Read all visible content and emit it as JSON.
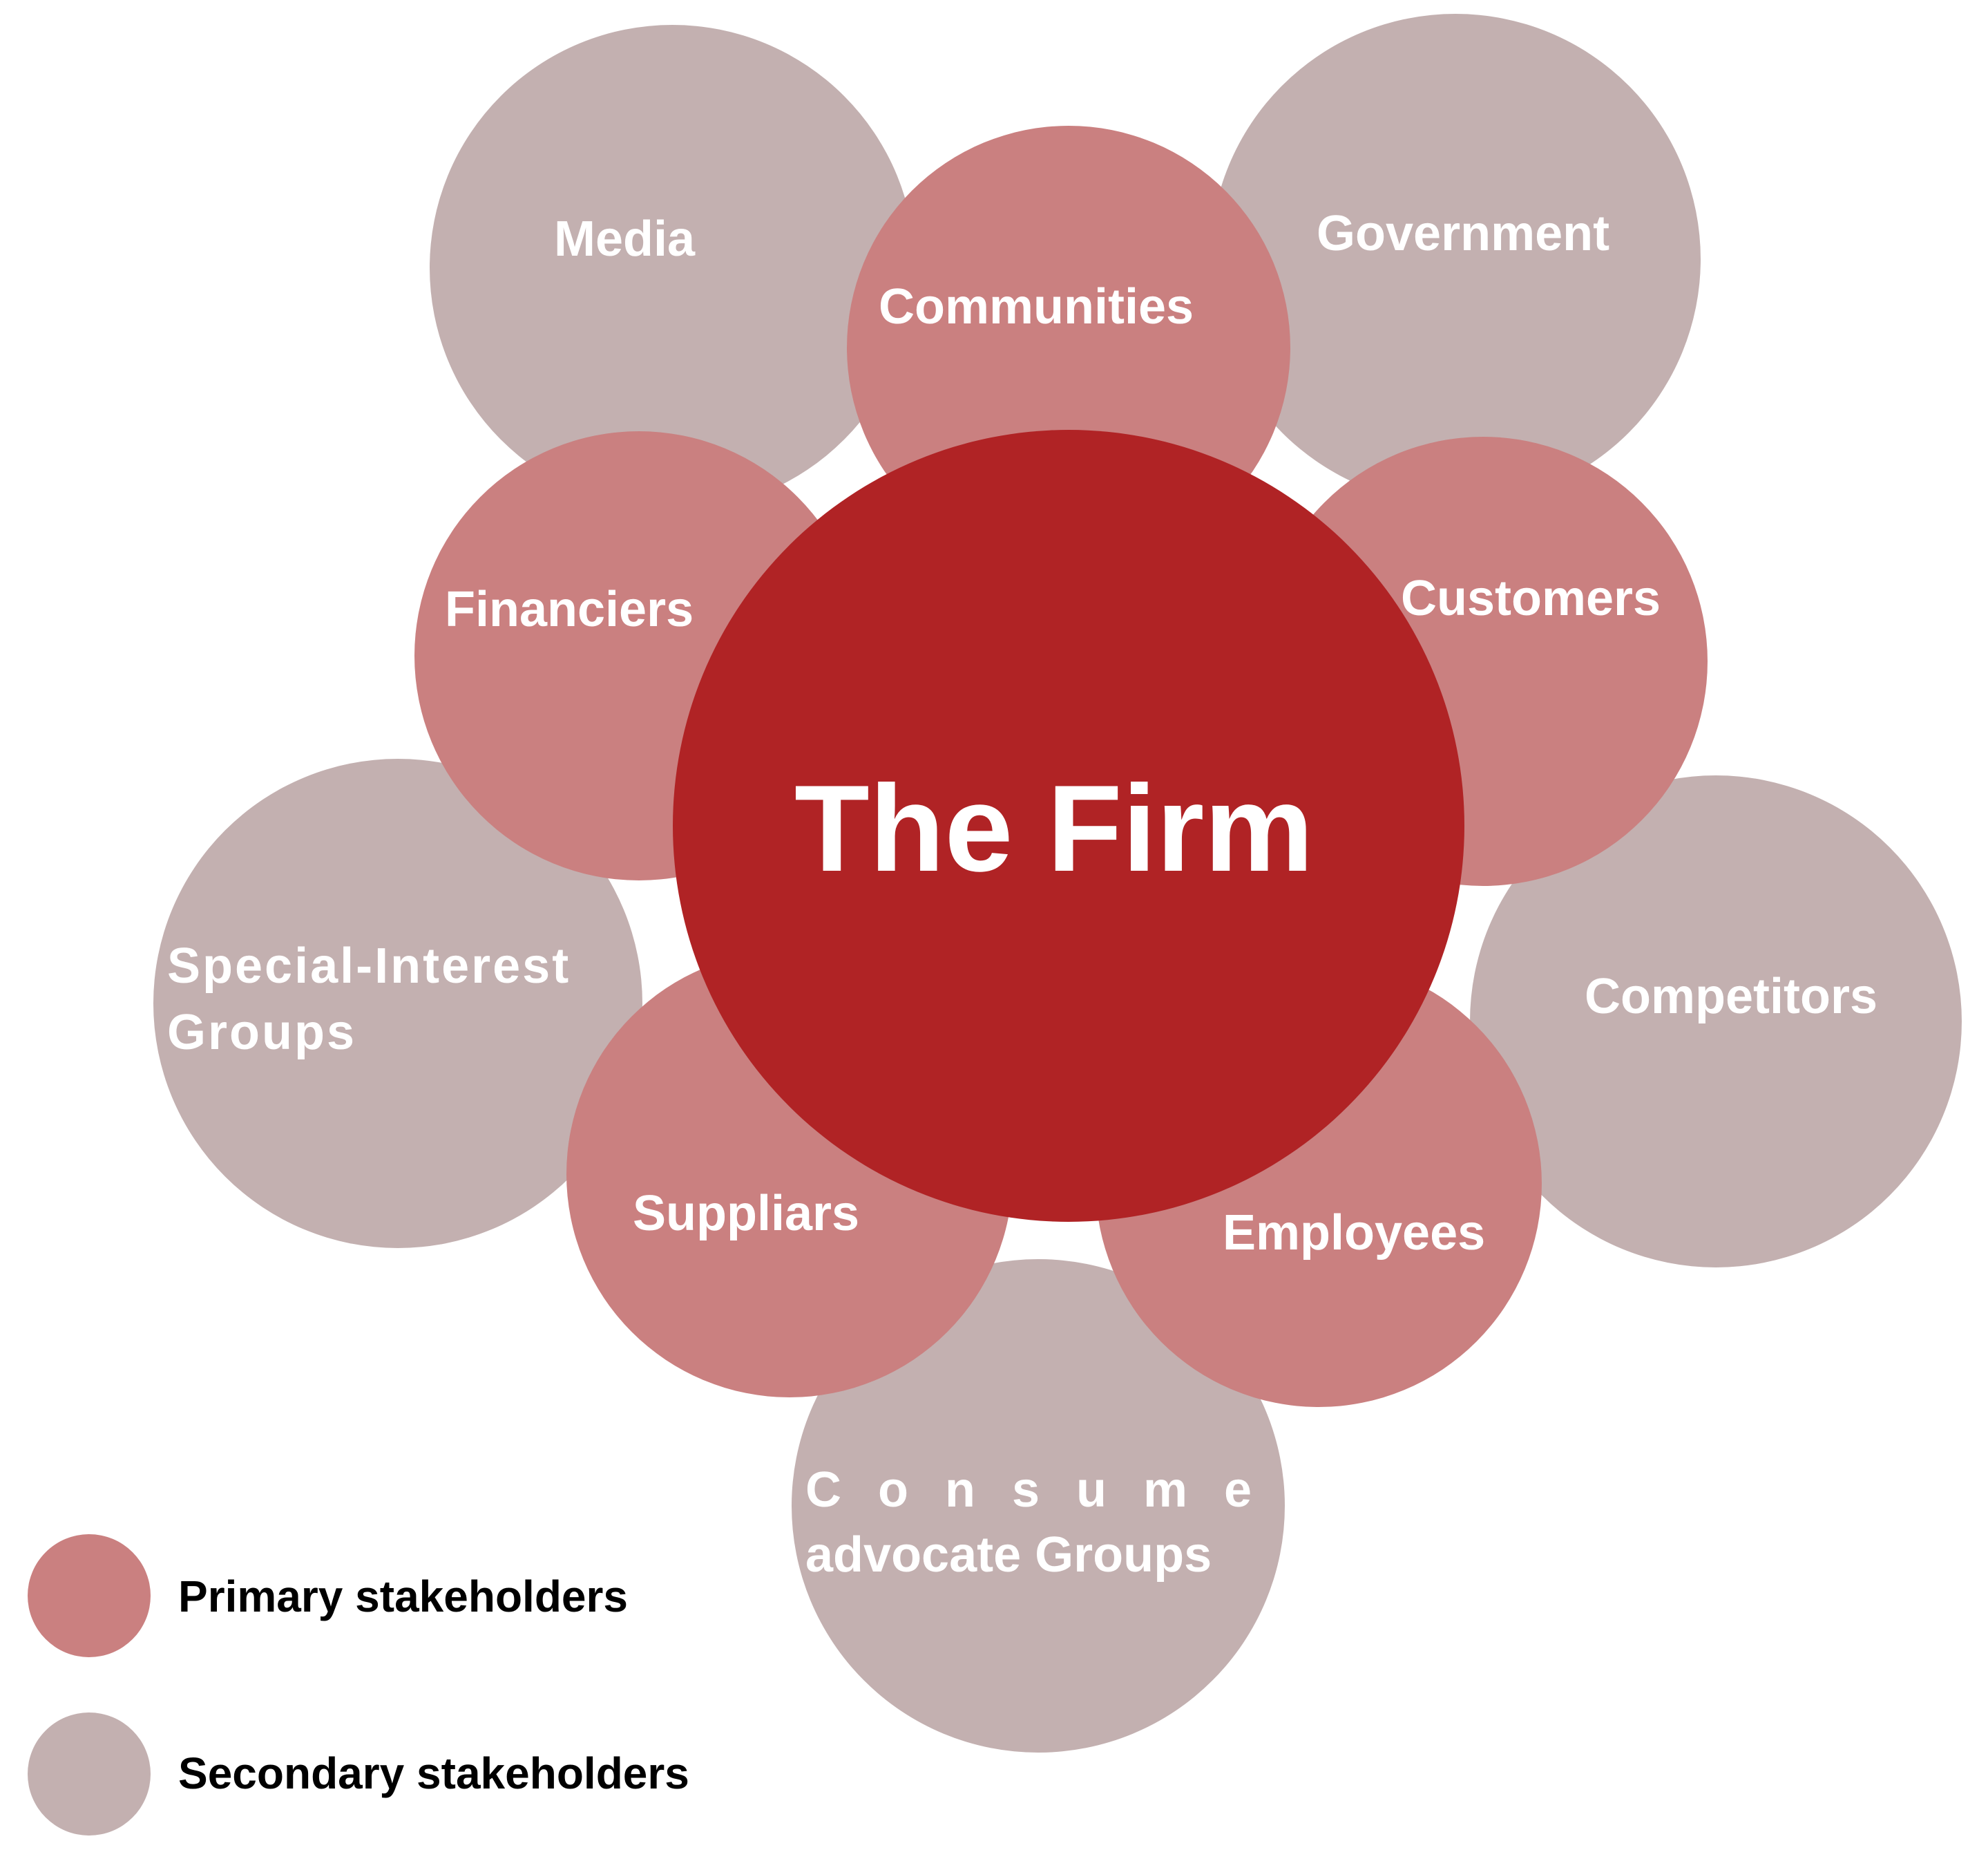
{
  "colors": {
    "core": "#b02325",
    "primary": "#ca8080",
    "secondary": "#c3b0b0",
    "label_text": "#ffffff",
    "legend_text": "#000000",
    "background": "#ffffff"
  },
  "core": {
    "label": "The Firm"
  },
  "secondary_stakeholders": {
    "media": "Media",
    "government": "Government",
    "special_interest": [
      "Special-Interest",
      "Groups"
    ],
    "competitors": "Competitors",
    "consumer_advocate": [
      "Consumer",
      "advocate Groups"
    ]
  },
  "primary_stakeholders": {
    "communities": "Communities",
    "financiers": "Financiers",
    "customers": "Customers",
    "suppliars": "Suppliars",
    "employees": "Employees"
  },
  "legend": {
    "primary": "Primary stakeholders",
    "secondary": "Secondary stakeholders"
  }
}
